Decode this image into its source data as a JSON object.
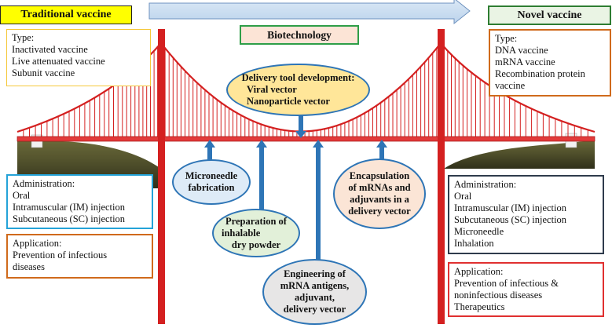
{
  "top": {
    "traditional_title": "Traditional vaccine",
    "novel_title": "Novel vaccine",
    "center_label": "Biotechnology"
  },
  "traditional": {
    "type": [
      "Type:",
      "Inactivated vaccine",
      "Live attenuated vaccine",
      "Subunit vaccine"
    ],
    "administration": [
      "Administration:",
      "Oral",
      "Intramuscular (IM) injection",
      "Subcutaneous (SC) injection"
    ],
    "application": [
      "Application:",
      "Prevention of infectious",
      "diseases"
    ]
  },
  "novel": {
    "type": [
      "Type:",
      "DNA vaccine",
      "mRNA vaccine",
      "Recombination protein",
      "vaccine"
    ],
    "administration": [
      "Administration:",
      "Oral",
      "Intramuscular (IM) injection",
      "Subcutaneous (SC) injection",
      "Microneedle",
      "Inhalation"
    ],
    "application": [
      "Application:",
      "Prevention of infectious &",
      "noninfectious diseases",
      "Therapeutics"
    ]
  },
  "ellipses": {
    "delivery": [
      "Delivery tool development:",
      "Viral vector",
      "Nanoparticle vector"
    ],
    "microneedle": [
      "Microneedle",
      "fabrication"
    ],
    "powder": [
      "Preparation of",
      "inhalable",
      "dry powder"
    ],
    "encapsulation": [
      "Encapsulation",
      "of mRNAs and",
      "adjuvants in a",
      "delivery vector"
    ],
    "engineering": [
      "Engineering of",
      "mRNA antigens,",
      "adjuvant,",
      "delivery vector"
    ]
  },
  "colors": {
    "yellow_fill": "#ffff00",
    "novel_title_fill": "#eaf4e4",
    "bio_fill": "#fce4d6",
    "bio_border": "#2e9e48",
    "delivery_fill": "#ffe699",
    "microneedle_fill": "#deebf7",
    "powder_fill": "#e2f0d9",
    "encapsulation_fill": "#fbe5d6",
    "engineering_fill": "#e7e6e6",
    "tower_red": "#d42020",
    "arrow_blue": "#2e75b6"
  }
}
